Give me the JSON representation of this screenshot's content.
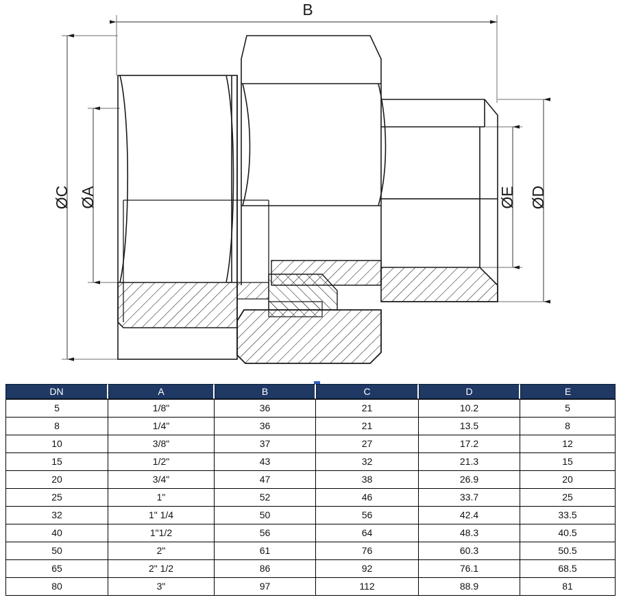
{
  "drawing": {
    "title": "Union fitting sectional technical drawing",
    "dimension_labels": {
      "b": "B",
      "oa": "ØA",
      "oc": "ØC",
      "od": "ØD",
      "oe": "ØE"
    },
    "line_color": "#1a1a1a",
    "dimension_line_color": "#555555"
  },
  "table": {
    "headers": [
      "DN",
      "A",
      "B",
      "C",
      "D",
      "E"
    ],
    "header_bg": "#1f3864",
    "header_text_color": "#ffffff",
    "rows": [
      [
        "5",
        "1/8\"",
        "36",
        "21",
        "10.2",
        "5"
      ],
      [
        "8",
        "1/4\"",
        "36",
        "21",
        "13.5",
        "8"
      ],
      [
        "10",
        "3/8\"",
        "37",
        "27",
        "17.2",
        "12"
      ],
      [
        "15",
        "1/2\"",
        "43",
        "32",
        "21.3",
        "15"
      ],
      [
        "20",
        "3/4\"",
        "47",
        "38",
        "26.9",
        "20"
      ],
      [
        "25",
        "1\"",
        "52",
        "46",
        "33.7",
        "25"
      ],
      [
        "32",
        "1\" 1/4",
        "50",
        "56",
        "42.4",
        "33.5"
      ],
      [
        "40",
        "1\"1/2",
        "56",
        "64",
        "48.3",
        "40.5"
      ],
      [
        "50",
        "2\"",
        "61",
        "76",
        "60.3",
        "50.5"
      ],
      [
        "65",
        "2\" 1/2",
        "86",
        "92",
        "76.1",
        "68.5"
      ],
      [
        "80",
        "3\"",
        "97",
        "112",
        "88.9",
        "81"
      ]
    ]
  }
}
